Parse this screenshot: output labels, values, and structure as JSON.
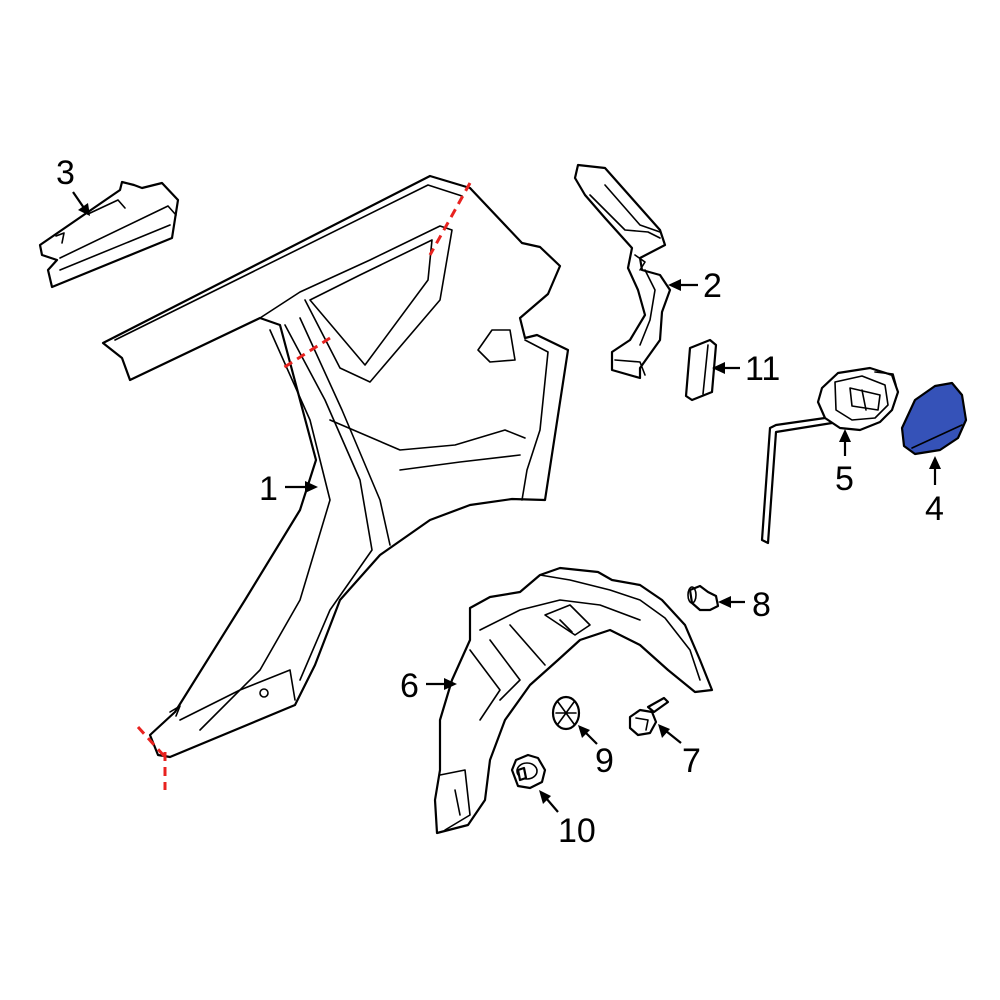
{
  "colors": {
    "line": "#000000",
    "background": "#ffffff",
    "cut_line": "#e8221f",
    "highlight_fill": "#3552b8"
  },
  "callouts": [
    {
      "id": "1",
      "label": "1"
    },
    {
      "id": "2",
      "label": "2"
    },
    {
      "id": "3",
      "label": "3"
    },
    {
      "id": "4",
      "label": "4"
    },
    {
      "id": "5",
      "label": "5"
    },
    {
      "id": "6",
      "label": "6"
    },
    {
      "id": "7",
      "label": "7"
    },
    {
      "id": "8",
      "label": "8"
    },
    {
      "id": "9",
      "label": "9"
    },
    {
      "id": "10",
      "label": "10"
    },
    {
      "id": "11",
      "label": "11"
    }
  ],
  "highlighted_part": "4"
}
